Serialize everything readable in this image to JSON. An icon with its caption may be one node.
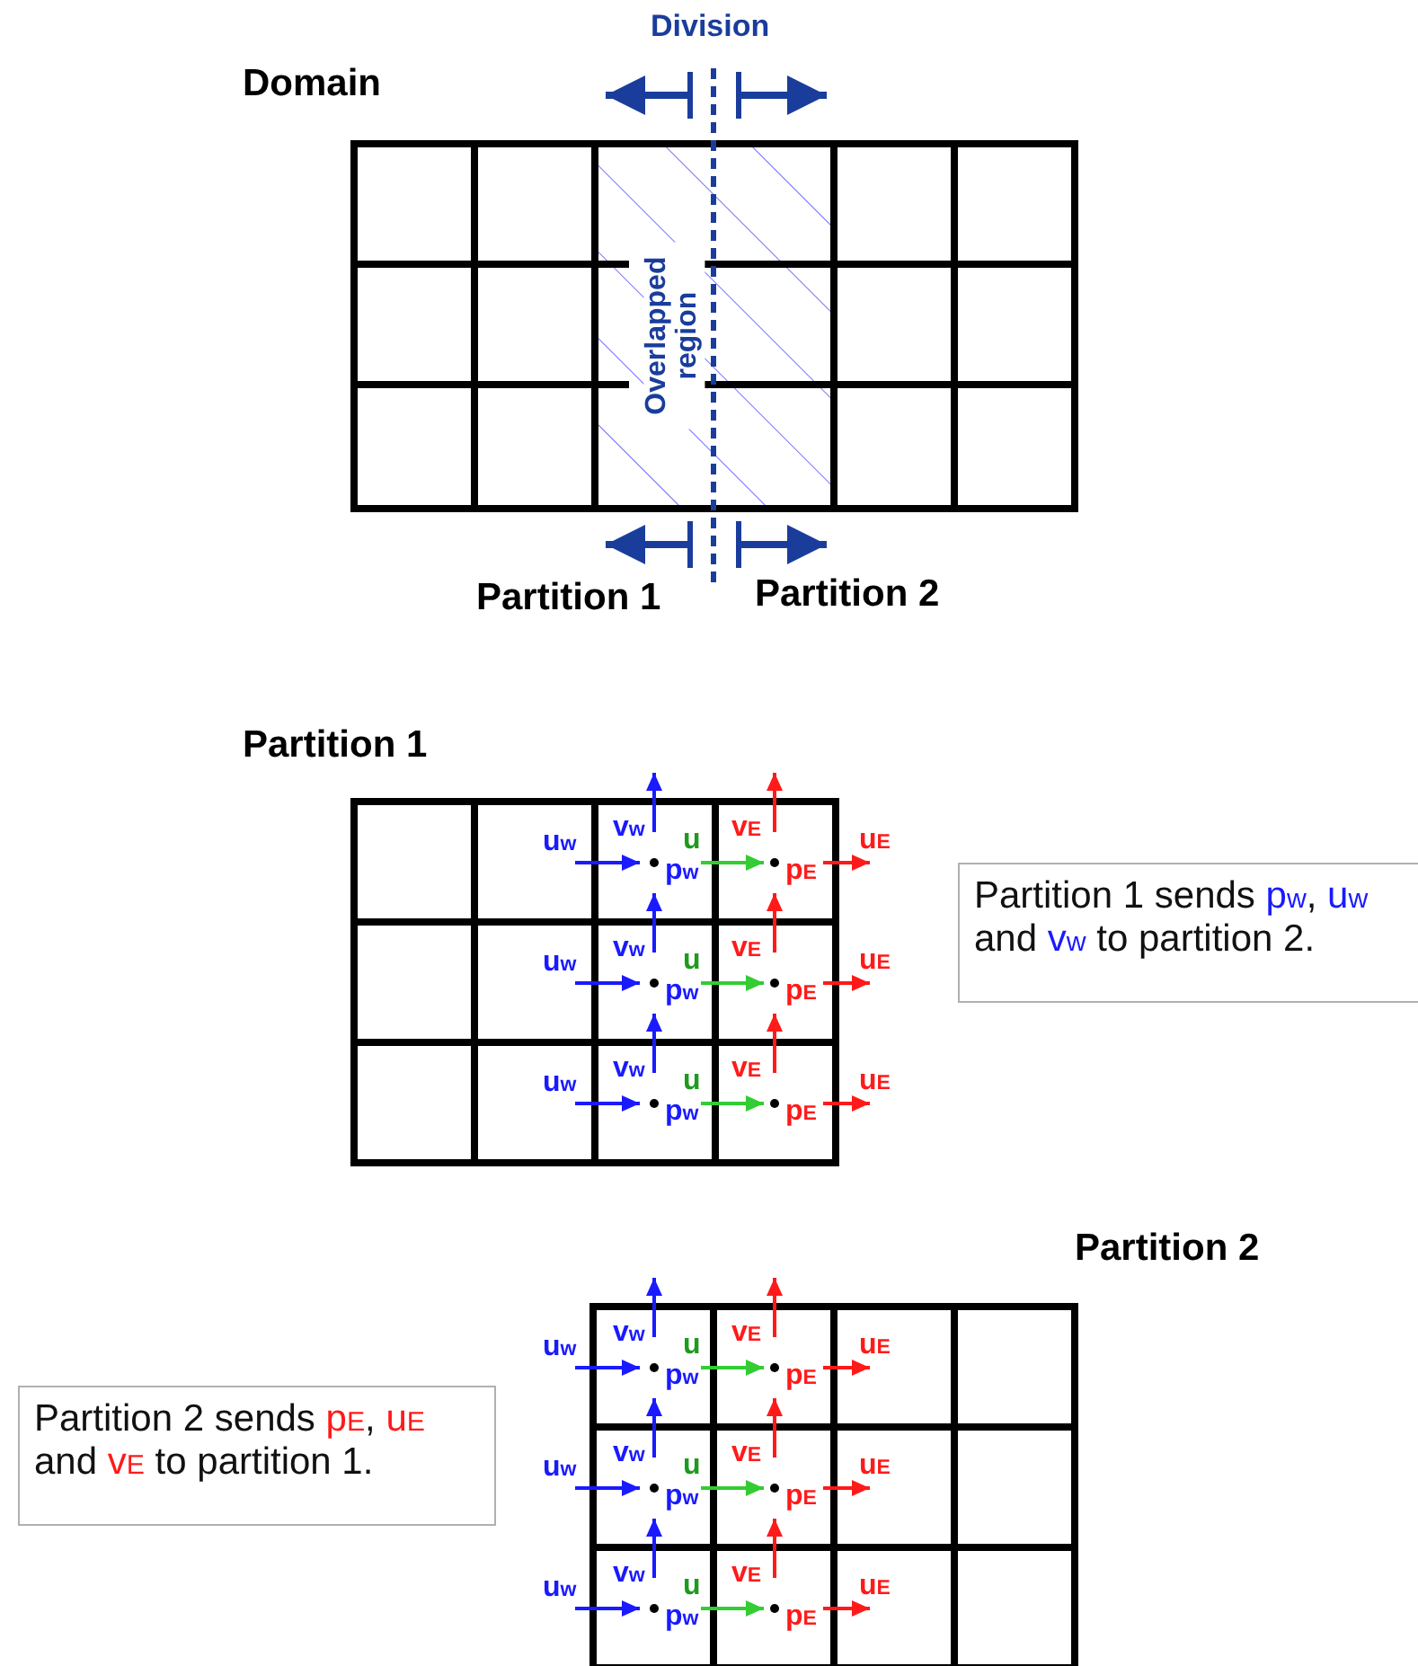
{
  "diagram": {
    "nodes": [
      {
        "text": [
          "Partition 1 sends p$_{w}$, u$_{w}$ and v$_{w}$ to partition 2."
        ]
      },
      {
        "text": [
          "Partition 2 sends p$_{E}$, u$_{E}$ and v$_{E}$ to partition 1."
        ]
      }
    ],
    "labels": [
      "Division",
      "Domain",
      "Overlapped region",
      "Partition 1",
      "Partition 2",
      "Partition 1",
      "v$_{w}$",
      "v$_{E}$",
      "u$_{w}$",
      "u",
      "u$_{E}$",
      "p$_{w}$",
      "p$_{E}$",
      "v$_{w}$",
      "v$_{E}$",
      "u$_{w}$",
      "u",
      "u$_{E}$",
      "p$_{w}$",
      "p$_{E}$",
      "v$_{w}$",
      "v$_{E}$",
      "u$_{w}$",
      "u",
      "u$_{E}$",
      "p$_{w}$",
      "p$_{E}$",
      "Partition 2",
      "v$_{w}$",
      "v$_{E}$",
      "u$_{w}$",
      "u",
      "u$_{E}$",
      "p$_{w}$",
      "p$_{E}$",
      "v$_{w}$",
      "v$_{E}$",
      "u$_{w}$",
      "u",
      "u$_{E}$",
      "p$_{w}$",
      "p$_{E}$",
      "v$_{w}$",
      "v$_{E}$",
      "u$_{w}$",
      "u",
      "u$_{E}$",
      "p$_{w}$",
      "p$_{E}$"
    ]
  }
}
